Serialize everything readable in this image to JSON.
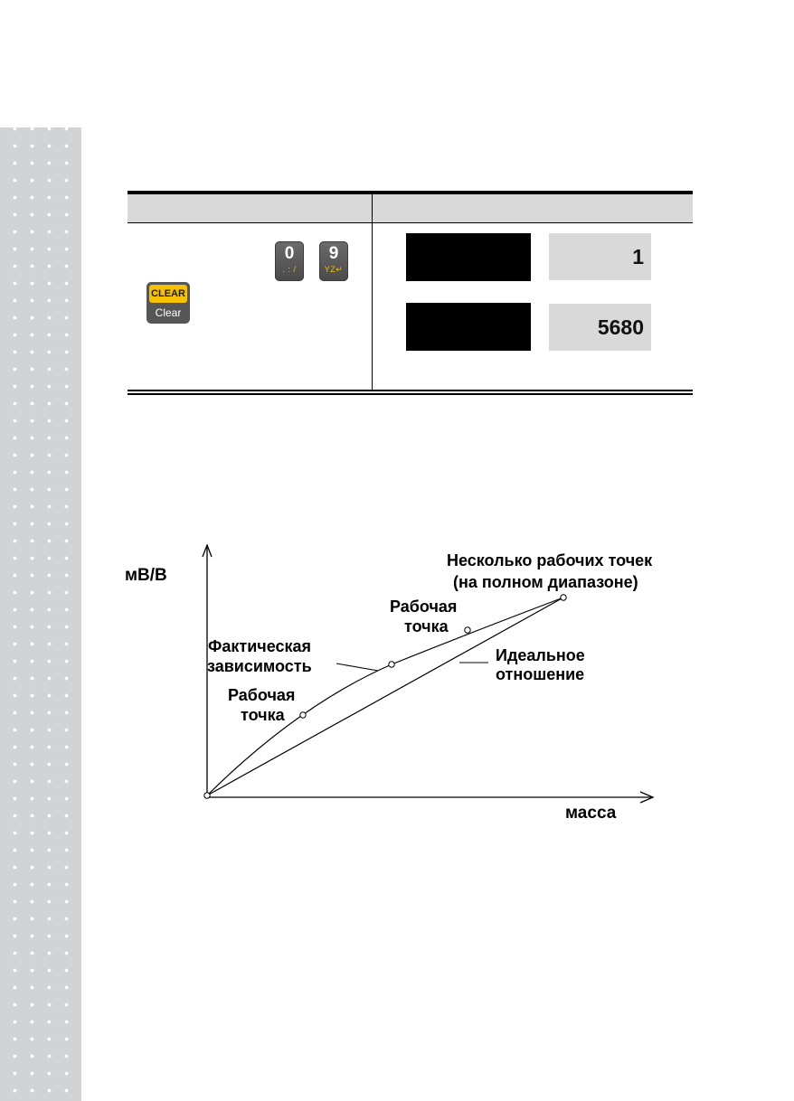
{
  "table": {
    "header": {
      "left": "",
      "right": ""
    },
    "keys": [
      {
        "main": "0",
        "sub": ". : /"
      },
      {
        "main": "9",
        "sub": "YZ↵"
      }
    ],
    "clear_key": {
      "top": "CLEAR",
      "bottom": "Clear"
    },
    "displays": [
      {
        "value": "1"
      },
      {
        "value": "5680"
      }
    ]
  },
  "figure": {
    "y_axis_label": "мВ/В",
    "x_axis_label": "масса",
    "label_multi_points_line1": "Несколько рабочих точек",
    "label_multi_points_line2": "(на полном диапазоне)",
    "label_work_point_upper_line1": "Рабочая",
    "label_work_point_upper_line2": "точка",
    "label_actual_line1": "Фактическая",
    "label_actual_line2": "зависимость",
    "label_ideal_line1": "Идеальное",
    "label_ideal_line2": "отношение",
    "label_work_point_lower_line1": "Рабочая",
    "label_work_point_lower_line2": "точка"
  }
}
